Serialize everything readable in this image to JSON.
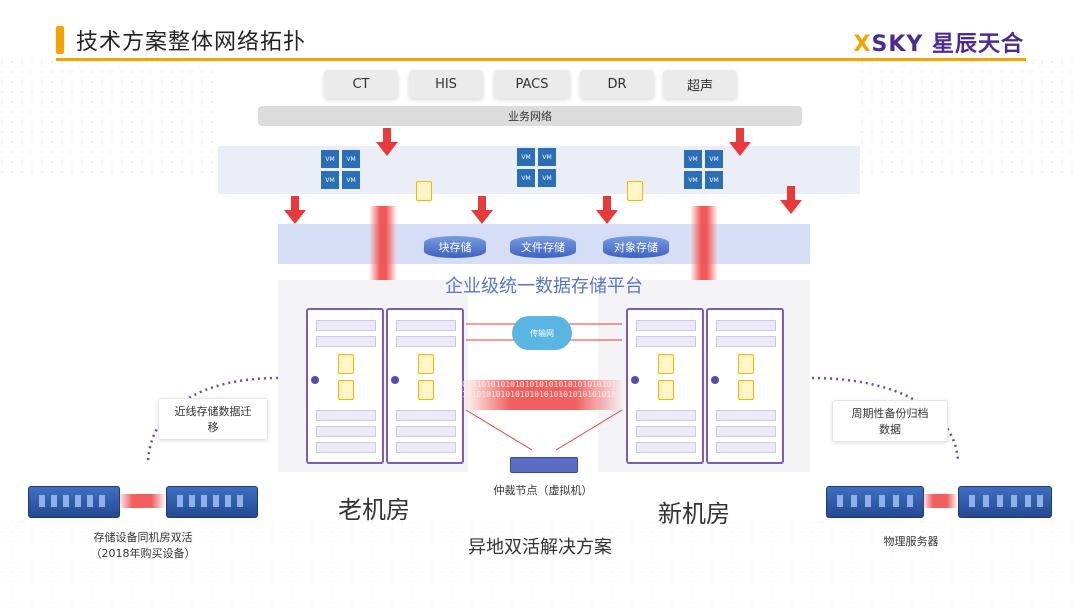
{
  "header": {
    "title": "技术方案整体网络拓扑",
    "logo_x": "X",
    "logo_rest": "SKY 星辰天合"
  },
  "apps": [
    "CT",
    "HIS",
    "PACS",
    "DR",
    "超声"
  ],
  "business_network": "业务网络",
  "vm_label": "VM",
  "storage_types": [
    "块存储",
    "文件存储",
    "对象存储"
  ],
  "platform_label": "企业级统一数据存储平台",
  "cloud_label": "传输网",
  "sync_stream": [
    "01010101010101010101010101010101",
    "10101010101010101010101010101010"
  ],
  "arbiter_label": "仲裁节点（虚拟机）",
  "old_room": "老机房",
  "new_room": "新机房",
  "solution_label": "异地双活解决方案",
  "left_callout": [
    "近线存储数据迁",
    "移"
  ],
  "right_callout": [
    "周期性备份归档",
    "数据"
  ],
  "left_device_caption": [
    "存储设备同机房双活",
    "（2018年购买设备）"
  ],
  "right_device_caption": "物理服务器",
  "colors": {
    "accent": "#f5a300",
    "brand": "#4b2b91",
    "link": "#e83a3a",
    "storage": "#3d61c0"
  }
}
